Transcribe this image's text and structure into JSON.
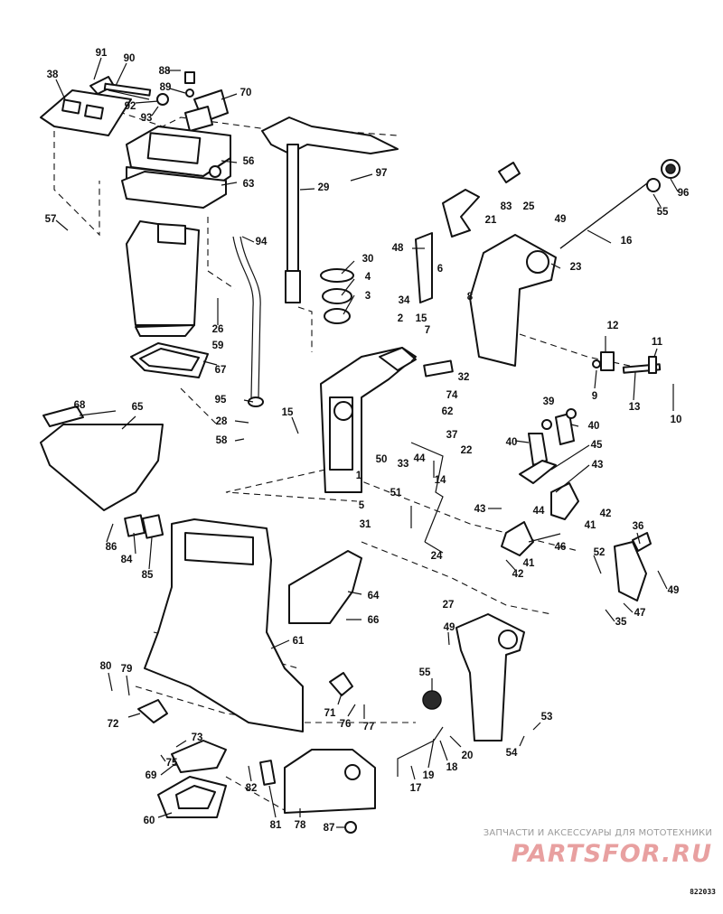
{
  "watermark": {
    "caption": "ЗАПЧАСТИ И АКСЕССУАРЫ ДЛЯ МОТОТЕХНИКИ",
    "logo": "PARTSFOR.RU",
    "logo_color": "#e8a0a0"
  },
  "drawing_number": "822033",
  "callouts": [
    "91",
    "90",
    "88",
    "89",
    "92",
    "93",
    "70",
    "38",
    "56",
    "63",
    "57",
    "29",
    "97",
    "83",
    "25",
    "21",
    "49",
    "96",
    "55",
    "16",
    "48",
    "94",
    "30",
    "4",
    "3",
    "34",
    "6",
    "8",
    "7",
    "23",
    "26",
    "59",
    "67",
    "2",
    "15",
    "12",
    "11",
    "32",
    "74",
    "62",
    "9",
    "13",
    "10",
    "95",
    "68",
    "65",
    "28",
    "58",
    "15",
    "37",
    "22",
    "39",
    "40",
    "40",
    "45",
    "44",
    "33",
    "50",
    "43",
    "1",
    "51",
    "5",
    "31",
    "14",
    "24",
    "43",
    "44",
    "41",
    "42",
    "46",
    "41",
    "42",
    "36",
    "86",
    "84",
    "85",
    "64",
    "66",
    "52",
    "49",
    "35",
    "47",
    "27",
    "49",
    "61",
    "80",
    "79",
    "55",
    "71",
    "76",
    "77",
    "53",
    "54",
    "72",
    "73",
    "75",
    "69",
    "20",
    "18",
    "19",
    "17",
    "82",
    "60",
    "81",
    "78",
    "87"
  ]
}
